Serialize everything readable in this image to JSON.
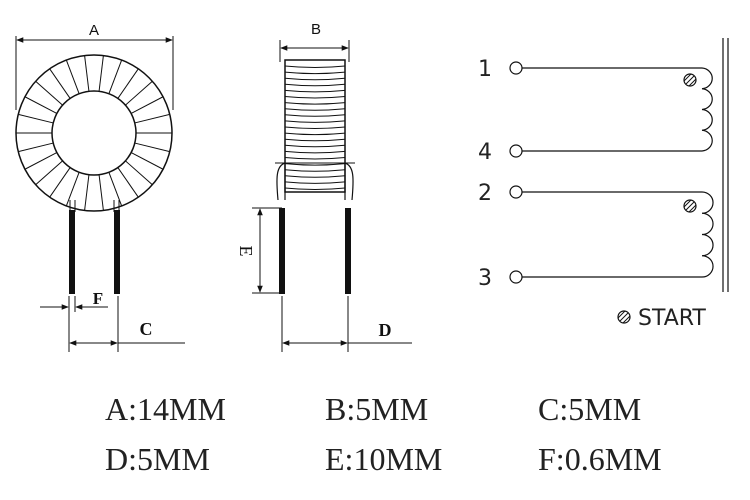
{
  "dimension_labels": {
    "a": "A",
    "b": "B",
    "c": "C",
    "d": "D",
    "e": "E",
    "f": "F"
  },
  "schematic": {
    "pins": [
      "1",
      "4",
      "2",
      "3"
    ],
    "start_label": "START"
  },
  "specs": [
    {
      "text": "A:14MM"
    },
    {
      "text": "B:5MM"
    },
    {
      "text": "C:5MM"
    },
    {
      "text": "D:5MM"
    },
    {
      "text": "E:10MM"
    },
    {
      "text": "F:0.6MM"
    }
  ]
}
